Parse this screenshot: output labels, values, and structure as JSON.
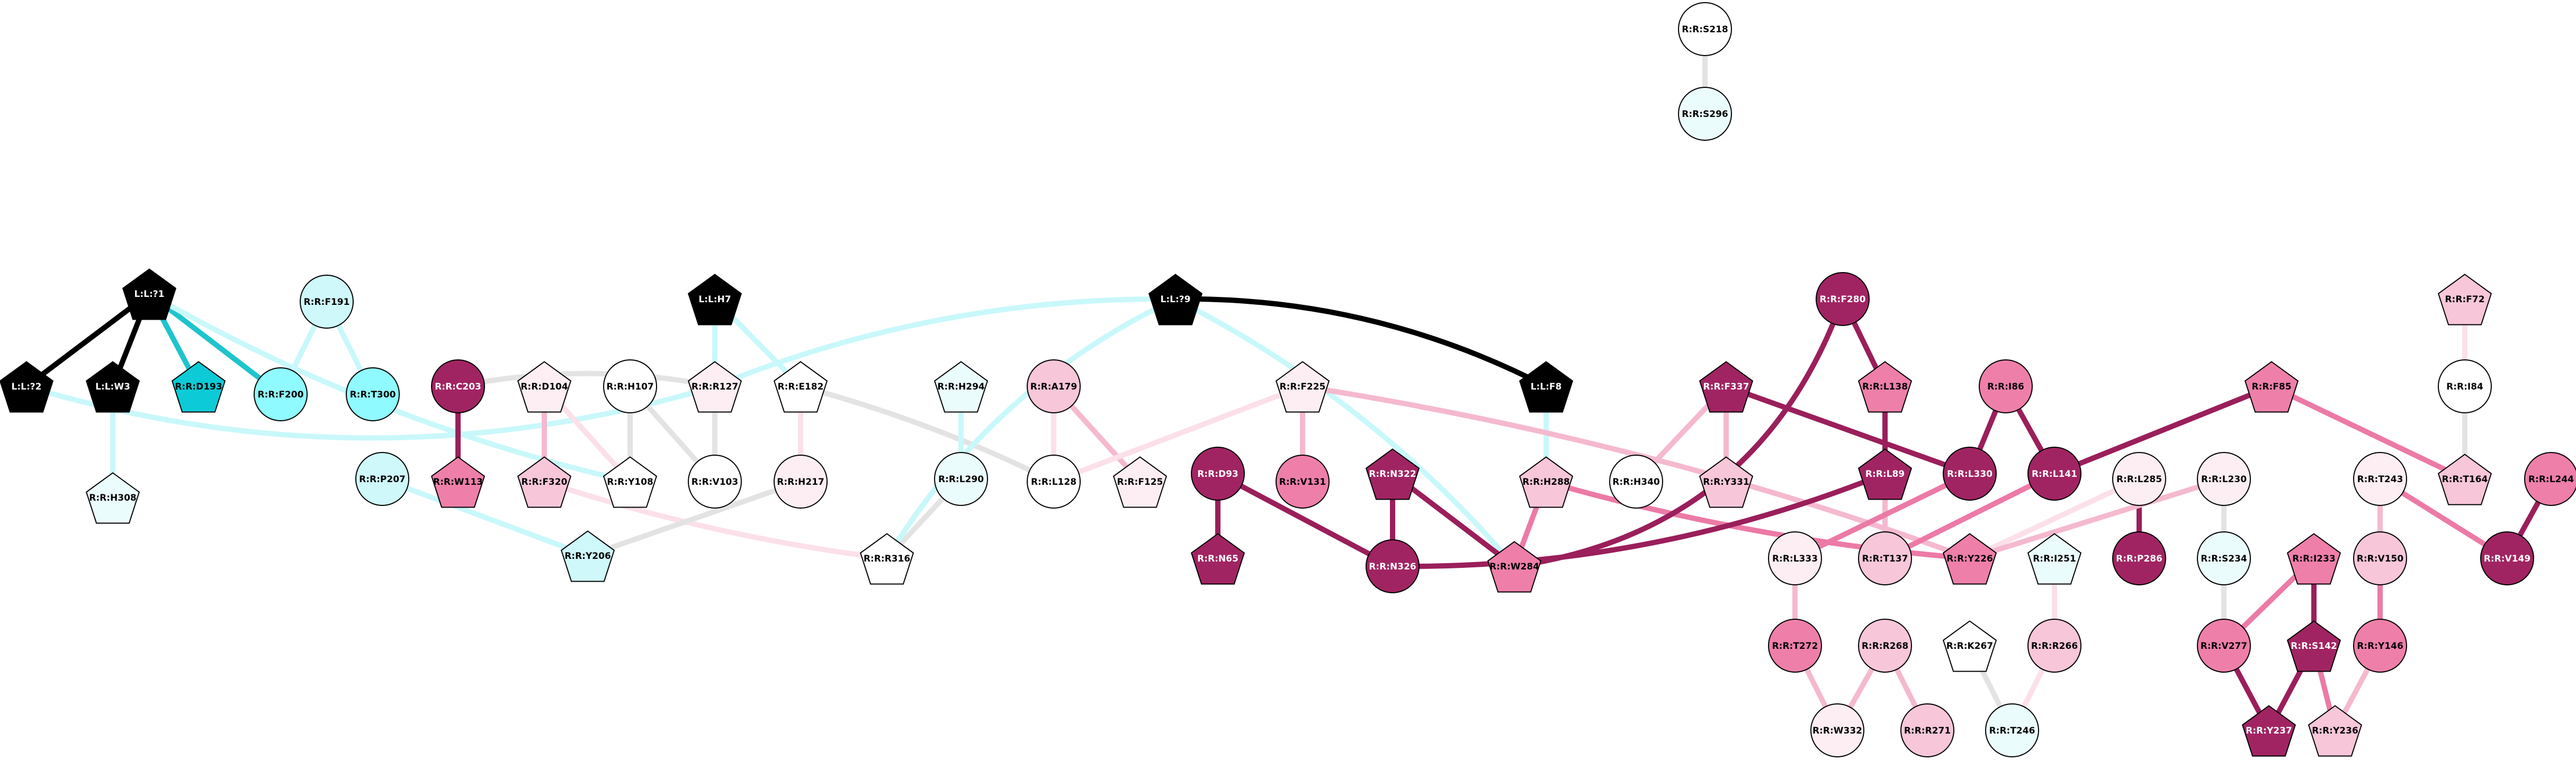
{
  "colors": {
    "black": "#000000",
    "white": "#ffffff",
    "cyan_dark": "#0ccbd6",
    "cyan_mid": "#8ffaff",
    "cyan_light": "#cff8fb",
    "cyan_pale": "#ebfcfd",
    "pink_pale": "#fdeef4",
    "pink_light": "#f7c6d9",
    "pink_mid": "#ee7fa8",
    "magenta": "#a12462",
    "edge_grey": "#e3e3e3",
    "edge_black": "#000000",
    "edge_cyan": "#1fc4cc",
    "edge_cyan_light": "#c9f8fa",
    "edge_pink_pale": "#fbe0ea",
    "edge_pink_light": "#f5b9cf",
    "edge_pink": "#ec7aa6",
    "edge_magenta": "#9a1f5b"
  },
  "nodes": [
    {
      "id": "S218",
      "label": "R:R:S218",
      "shape": "circle",
      "fill": "white"
    },
    {
      "id": "S296",
      "label": "R:R:S296",
      "shape": "circle",
      "fill": "cyan_pale"
    },
    {
      "id": "L71",
      "label": "L:L:?1",
      "shape": "pentagon",
      "fill": "black"
    },
    {
      "id": "L22",
      "label": "L:L:?2",
      "shape": "pentagon",
      "fill": "black"
    },
    {
      "id": "L3",
      "label": "L:L:W3",
      "shape": "pentagon",
      "fill": "black"
    },
    {
      "id": "D193",
      "label": "R:R:D193",
      "shape": "pentagon",
      "fill": "cyan_dark"
    },
    {
      "id": "F191",
      "label": "R:R:F191",
      "shape": "circle",
      "fill": "cyan_light"
    },
    {
      "id": "F200",
      "label": "R:R:F200",
      "shape": "circle",
      "fill": "cyan_mid"
    },
    {
      "id": "T300",
      "label": "R:R:T300",
      "shape": "circle",
      "fill": "cyan_mid"
    },
    {
      "id": "H308",
      "label": "R:R:H308",
      "shape": "pentagon",
      "fill": "cyan_pale"
    },
    {
      "id": "C203",
      "label": "R:R:C203",
      "shape": "circle",
      "fill": "magenta"
    },
    {
      "id": "W113",
      "label": "R:R:W113",
      "shape": "pentagon",
      "fill": "pink_mid"
    },
    {
      "id": "P207",
      "label": "R:R:P207",
      "shape": "circle",
      "fill": "cyan_light"
    },
    {
      "id": "Y206",
      "label": "R:R:Y206",
      "shape": "pentagon",
      "fill": "cyan_light"
    },
    {
      "id": "D104",
      "label": "R:R:D104",
      "shape": "pentagon",
      "fill": "pink_pale"
    },
    {
      "id": "F320",
      "label": "R:R:F320",
      "shape": "pentagon",
      "fill": "pink_light"
    },
    {
      "id": "H107",
      "label": "R:R:H107",
      "shape": "circle",
      "fill": "white"
    },
    {
      "id": "Y108",
      "label": "R:R:Y108",
      "shape": "pentagon",
      "fill": "white"
    },
    {
      "id": "V103",
      "label": "R:R:V103",
      "shape": "circle",
      "fill": "white"
    },
    {
      "id": "LH7",
      "label": "L:L:H7",
      "shape": "pentagon",
      "fill": "black"
    },
    {
      "id": "R127",
      "label": "R:R:R127",
      "shape": "pentagon",
      "fill": "pink_pale"
    },
    {
      "id": "E182",
      "label": "R:R:E182",
      "shape": "pentagon",
      "fill": "white"
    },
    {
      "id": "H217",
      "label": "R:R:H217",
      "shape": "circle",
      "fill": "pink_pale"
    },
    {
      "id": "R316",
      "label": "R:R:R316",
      "shape": "pentagon",
      "fill": "white"
    },
    {
      "id": "H294",
      "label": "R:R:H294",
      "shape": "pentagon",
      "fill": "cyan_pale"
    },
    {
      "id": "L290",
      "label": "R:R:L290",
      "shape": "circle",
      "fill": "cyan_pale"
    },
    {
      "id": "A179",
      "label": "R:R:A179",
      "shape": "circle",
      "fill": "pink_light"
    },
    {
      "id": "L128",
      "label": "R:R:L128",
      "shape": "circle",
      "fill": "white"
    },
    {
      "id": "F125",
      "label": "R:R:F125",
      "shape": "pentagon",
      "fill": "pink_pale"
    },
    {
      "id": "L79",
      "label": "L:L:?9",
      "shape": "pentagon",
      "fill": "black"
    },
    {
      "id": "LF8",
      "label": "L:L:F8",
      "shape": "pentagon",
      "fill": "black"
    },
    {
      "id": "F225",
      "label": "R:R:F225",
      "shape": "pentagon",
      "fill": "pink_pale"
    },
    {
      "id": "V131",
      "label": "R:R:V131",
      "shape": "circle",
      "fill": "pink_mid"
    },
    {
      "id": "D93",
      "label": "R:R:D93",
      "shape": "circle",
      "fill": "magenta"
    },
    {
      "id": "N65",
      "label": "R:R:N65",
      "shape": "pentagon",
      "fill": "magenta"
    },
    {
      "id": "N322",
      "label": "R:R:N322",
      "shape": "pentagon",
      "fill": "magenta"
    },
    {
      "id": "N326",
      "label": "R:R:N326",
      "shape": "circle",
      "fill": "magenta"
    },
    {
      "id": "H288",
      "label": "R:R:H288",
      "shape": "pentagon",
      "fill": "pink_light"
    },
    {
      "id": "W284",
      "label": "R:R:W284",
      "shape": "pentagon",
      "fill": "pink_mid"
    },
    {
      "id": "F280",
      "label": "R:R:F280",
      "shape": "circle",
      "fill": "magenta"
    },
    {
      "id": "F337",
      "label": "R:R:F337",
      "shape": "pentagon",
      "fill": "magenta"
    },
    {
      "id": "H340",
      "label": "R:R:H340",
      "shape": "circle",
      "fill": "white"
    },
    {
      "id": "Y331",
      "label": "R:R:Y331",
      "shape": "pentagon",
      "fill": "pink_light"
    },
    {
      "id": "L138",
      "label": "R:R:L138",
      "shape": "pentagon",
      "fill": "pink_mid"
    },
    {
      "id": "L89",
      "label": "R:R:L89",
      "shape": "pentagon",
      "fill": "magenta"
    },
    {
      "id": "I86",
      "label": "R:R:I86",
      "shape": "circle",
      "fill": "pink_mid"
    },
    {
      "id": "L330",
      "label": "R:R:L330",
      "shape": "circle",
      "fill": "magenta"
    },
    {
      "id": "L141",
      "label": "R:R:L141",
      "shape": "circle",
      "fill": "magenta"
    },
    {
      "id": "L333",
      "label": "R:R:L333",
      "shape": "circle",
      "fill": "pink_pale"
    },
    {
      "id": "T137",
      "label": "R:R:T137",
      "shape": "circle",
      "fill": "pink_light"
    },
    {
      "id": "Y226",
      "label": "R:R:Y226",
      "shape": "pentagon",
      "fill": "pink_mid"
    },
    {
      "id": "L285",
      "label": "R:R:L285",
      "shape": "circle",
      "fill": "pink_pale"
    },
    {
      "id": "P286",
      "label": "R:R:P286",
      "shape": "circle",
      "fill": "magenta"
    },
    {
      "id": "L230",
      "label": "R:R:L230",
      "shape": "circle",
      "fill": "pink_pale"
    },
    {
      "id": "S234",
      "label": "R:R:S234",
      "shape": "circle",
      "fill": "cyan_pale"
    },
    {
      "id": "I251",
      "label": "R:R:I251",
      "shape": "pentagon",
      "fill": "cyan_pale"
    },
    {
      "id": "T272",
      "label": "R:R:T272",
      "shape": "circle",
      "fill": "pink_mid"
    },
    {
      "id": "W332",
      "label": "R:R:W332",
      "shape": "circle",
      "fill": "pink_pale"
    },
    {
      "id": "R268",
      "label": "R:R:R268",
      "shape": "circle",
      "fill": "pink_light"
    },
    {
      "id": "R271",
      "label": "R:R:R271",
      "shape": "circle",
      "fill": "pink_light"
    },
    {
      "id": "K267",
      "label": "R:R:K267",
      "shape": "pentagon",
      "fill": "white"
    },
    {
      "id": "R266",
      "label": "R:R:R266",
      "shape": "circle",
      "fill": "pink_light"
    },
    {
      "id": "T246",
      "label": "R:R:T246",
      "shape": "circle",
      "fill": "cyan_pale"
    },
    {
      "id": "F85",
      "label": "R:R:F85",
      "shape": "pentagon",
      "fill": "pink_mid"
    },
    {
      "id": "F72",
      "label": "R:R:F72",
      "shape": "pentagon",
      "fill": "pink_light"
    },
    {
      "id": "I84",
      "label": "R:R:I84",
      "shape": "circle",
      "fill": "white"
    },
    {
      "id": "T164",
      "label": "R:R:T164",
      "shape": "pentagon",
      "fill": "pink_light"
    },
    {
      "id": "T243",
      "label": "R:R:T243",
      "shape": "circle",
      "fill": "pink_pale"
    },
    {
      "id": "V150",
      "label": "R:R:V150",
      "shape": "circle",
      "fill": "pink_light"
    },
    {
      "id": "Y146",
      "label": "R:R:Y146",
      "shape": "circle",
      "fill": "pink_mid"
    },
    {
      "id": "Y236",
      "label": "R:R:Y236",
      "shape": "pentagon",
      "fill": "pink_light"
    },
    {
      "id": "L244",
      "label": "R:R:L244",
      "shape": "circle",
      "fill": "pink_mid"
    },
    {
      "id": "V149",
      "label": "R:R:V149",
      "shape": "circle",
      "fill": "magenta"
    },
    {
      "id": "I233",
      "label": "R:R:I233",
      "shape": "pentagon",
      "fill": "pink_mid"
    },
    {
      "id": "V277",
      "label": "R:R:V277",
      "shape": "circle",
      "fill": "pink_mid"
    },
    {
      "id": "S142",
      "label": "R:R:S142",
      "shape": "pentagon",
      "fill": "magenta"
    },
    {
      "id": "Y237",
      "label": "R:R:Y237",
      "shape": "pentagon",
      "fill": "magenta"
    }
  ],
  "edges": [
    {
      "source": "S218",
      "target": "S296",
      "color": "edge_grey",
      "curve": 0
    },
    {
      "source": "L71",
      "target": "L22",
      "color": "edge_black",
      "curve": 0
    },
    {
      "source": "L71",
      "target": "L3",
      "color": "edge_black",
      "curve": 0
    },
    {
      "source": "L71",
      "target": "D193",
      "color": "edge_cyan",
      "curve": 0
    },
    {
      "source": "L71",
      "target": "F200",
      "color": "edge_cyan",
      "curve": 0
    },
    {
      "source": "F191",
      "target": "F200",
      "color": "edge_cyan_light",
      "curve": 0
    },
    {
      "source": "F191",
      "target": "T300",
      "color": "edge_cyan_light",
      "curve": 0
    },
    {
      "source": "L3",
      "target": "H308",
      "color": "edge_cyan_light",
      "curve": 0
    },
    {
      "source": "L71",
      "target": "Y108",
      "color": "edge_cyan_light",
      "curve": 30
    },
    {
      "source": "L22",
      "target": "R127",
      "color": "edge_cyan_light",
      "curve": 60
    },
    {
      "source": "C203",
      "target": "W113",
      "color": "edge_magenta",
      "curve": 0
    },
    {
      "source": "C203",
      "target": "R127",
      "color": "edge_grey",
      "curve": -40
    },
    {
      "source": "P207",
      "target": "Y206",
      "color": "edge_cyan_light",
      "curve": 0
    },
    {
      "source": "D104",
      "target": "F320",
      "color": "edge_pink_light",
      "curve": 0
    },
    {
      "source": "D104",
      "target": "Y108",
      "color": "edge_pink_pale",
      "curve": 0
    },
    {
      "source": "H107",
      "target": "Y108",
      "color": "edge_grey",
      "curve": 0
    },
    {
      "source": "H107",
      "target": "V103",
      "color": "edge_grey",
      "curve": 0
    },
    {
      "source": "F320",
      "target": "R316",
      "color": "edge_pink_pale",
      "curve": 20
    },
    {
      "source": "LH7",
      "target": "R127",
      "color": "edge_cyan_light",
      "curve": 0
    },
    {
      "source": "LH7",
      "target": "E182",
      "color": "edge_cyan_light",
      "curve": 0
    },
    {
      "source": "R127",
      "target": "V103",
      "color": "edge_grey",
      "curve": 0
    },
    {
      "source": "E182",
      "target": "H217",
      "color": "edge_pink_pale",
      "curve": 0
    },
    {
      "source": "E182",
      "target": "L128",
      "color": "edge_grey",
      "curve": -20
    },
    {
      "source": "H217",
      "target": "Y206",
      "color": "edge_grey",
      "curve": 0
    },
    {
      "source": "H294",
      "target": "L290",
      "color": "edge_cyan_light",
      "curve": 0
    },
    {
      "source": "L290",
      "target": "R316",
      "color": "edge_grey",
      "curve": 0
    },
    {
      "source": "A179",
      "target": "L128",
      "color": "edge_pink_pale",
      "curve": 0
    },
    {
      "source": "A179",
      "target": "F125",
      "color": "edge_pink_light",
      "curve": 0
    },
    {
      "source": "L79",
      "target": "LF8",
      "color": "edge_black",
      "curve": -50
    },
    {
      "source": "L79",
      "target": "R316",
      "color": "edge_cyan_light",
      "curve": 60
    },
    {
      "source": "L79",
      "target": "R127",
      "color": "edge_cyan_light",
      "curve": 40
    },
    {
      "source": "L79",
      "target": "W284",
      "color": "edge_cyan_light",
      "curve": -40
    },
    {
      "source": "LF8",
      "target": "H288",
      "color": "edge_cyan_light",
      "curve": 0
    },
    {
      "source": "F225",
      "target": "L128",
      "color": "edge_pink_pale",
      "curve": 0
    },
    {
      "source": "F225",
      "target": "V131",
      "color": "edge_pink_light",
      "curve": 0
    },
    {
      "source": "F225",
      "target": "Y226",
      "color": "edge_pink_light",
      "curve": -20
    },
    {
      "source": "D93",
      "target": "N65",
      "color": "edge_magenta",
      "curve": 0
    },
    {
      "source": "D93",
      "target": "N326",
      "color": "edge_magenta",
      "curve": 0
    },
    {
      "source": "N322",
      "target": "N326",
      "color": "edge_magenta",
      "curve": 0
    },
    {
      "source": "N322",
      "target": "W284",
      "color": "edge_magenta",
      "curve": 0
    },
    {
      "source": "H288",
      "target": "W284",
      "color": "edge_pink",
      "curve": 0
    },
    {
      "source": "H288",
      "target": "Y226",
      "color": "edge_pink",
      "curve": 20
    },
    {
      "source": "F280",
      "target": "W284",
      "color": "edge_magenta",
      "curve": -120
    },
    {
      "source": "F280",
      "target": "L138",
      "color": "edge_magenta",
      "curve": 0
    },
    {
      "source": "L89",
      "target": "N326",
      "color": "edge_magenta",
      "curve": -40
    },
    {
      "source": "F337",
      "target": "H340",
      "color": "edge_pink_light",
      "curve": 0
    },
    {
      "source": "F337",
      "target": "Y331",
      "color": "edge_pink_light",
      "curve": 0
    },
    {
      "source": "F337",
      "target": "L330",
      "color": "edge_magenta",
      "curve": 0
    },
    {
      "source": "L138",
      "target": "L89",
      "color": "edge_magenta",
      "curve": 0
    },
    {
      "source": "L89",
      "target": "T137",
      "color": "edge_pink_light",
      "curve": 0
    },
    {
      "source": "I86",
      "target": "L330",
      "color": "edge_magenta",
      "curve": 0
    },
    {
      "source": "I86",
      "target": "L141",
      "color": "edge_magenta",
      "curve": 0
    },
    {
      "source": "L330",
      "target": "L333",
      "color": "edge_pink",
      "curve": 0
    },
    {
      "source": "L141",
      "target": "T137",
      "color": "edge_pink",
      "curve": 0
    },
    {
      "source": "F85",
      "target": "L141",
      "color": "edge_magenta",
      "curve": 0
    },
    {
      "source": "F85",
      "target": "T164",
      "color": "edge_pink",
      "curve": 0
    },
    {
      "source": "L285",
      "target": "P286",
      "color": "edge_magenta",
      "curve": 0
    },
    {
      "source": "L285",
      "target": "Y226",
      "color": "edge_pink_pale",
      "curve": 0
    },
    {
      "source": "L230",
      "target": "Y226",
      "color": "edge_pink_light",
      "curve": 0
    },
    {
      "source": "L230",
      "target": "S234",
      "color": "edge_grey",
      "curve": 0
    },
    {
      "source": "L333",
      "target": "T272",
      "color": "edge_pink_light",
      "curve": 0
    },
    {
      "source": "T272",
      "target": "W332",
      "color": "edge_pink_light",
      "curve": 0
    },
    {
      "source": "R268",
      "target": "W332",
      "color": "edge_pink_light",
      "curve": 0
    },
    {
      "source": "R268",
      "target": "R271",
      "color": "edge_pink_light",
      "curve": 0
    },
    {
      "source": "K267",
      "target": "T246",
      "color": "edge_grey",
      "curve": 0
    },
    {
      "source": "I251",
      "target": "R266",
      "color": "edge_pink_pale",
      "curve": 0
    },
    {
      "source": "R266",
      "target": "T246",
      "color": "edge_pink_pale",
      "curve": 0
    },
    {
      "source": "F72",
      "target": "I84",
      "color": "edge_pink_pale",
      "curve": 0
    },
    {
      "source": "I84",
      "target": "T164",
      "color": "edge_grey",
      "curve": 0
    },
    {
      "source": "T243",
      "target": "V150",
      "color": "edge_pink_light",
      "curve": 0
    },
    {
      "source": "T243",
      "target": "V149",
      "color": "edge_pink",
      "curve": 0
    },
    {
      "source": "V150",
      "target": "Y146",
      "color": "edge_pink",
      "curve": 0
    },
    {
      "source": "Y146",
      "target": "Y236",
      "color": "edge_pink_light",
      "curve": 0
    },
    {
      "source": "L244",
      "target": "V149",
      "color": "edge_magenta",
      "curve": 0
    },
    {
      "source": "I233",
      "target": "V277",
      "color": "edge_pink",
      "curve": 0
    },
    {
      "source": "I233",
      "target": "S142",
      "color": "edge_magenta",
      "curve": 0
    },
    {
      "source": "S234",
      "target": "V277",
      "color": "edge_grey",
      "curve": 0
    },
    {
      "source": "V277",
      "target": "Y237",
      "color": "edge_magenta",
      "curve": 0
    },
    {
      "source": "S142",
      "target": "Y237",
      "color": "edge_magenta",
      "curve": 0
    },
    {
      "source": "S142",
      "target": "Y236",
      "color": "edge_pink",
      "curve": 0
    }
  ]
}
